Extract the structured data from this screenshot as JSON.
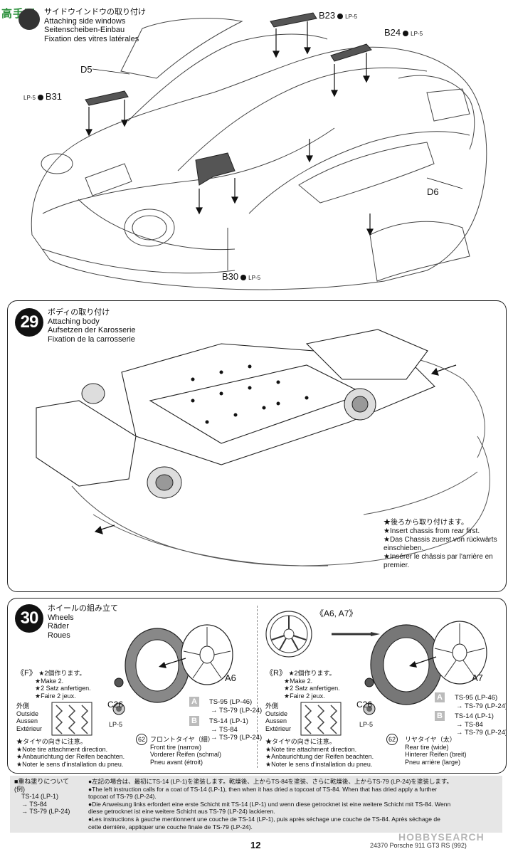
{
  "watermark": {
    "site_name": "高手网"
  },
  "step28": {
    "title_jp": "サイドウインドウの取り付け",
    "title_en": "Attaching side windows",
    "title_de": "Seitenscheiben-Einbau",
    "title_fr": "Fixation des vitres latérales",
    "parts": [
      {
        "id": "B23",
        "paint": "LP-5"
      },
      {
        "id": "B24",
        "paint": "LP-5"
      },
      {
        "id": "B31",
        "paint": "LP-5"
      },
      {
        "id": "B30",
        "paint": "LP-5"
      }
    ],
    "labels": {
      "d5": "D5",
      "d6": "D6"
    }
  },
  "step29": {
    "number": "29",
    "title_jp": "ボディの取り付け",
    "title_en": "Attaching body",
    "title_de": "Aufsetzen der Karosserie",
    "title_fr": "Fixation de la carrosserie",
    "notes": [
      "★後ろから取り付けます。",
      "★Insert chassis from rear first.",
      "★Das Chassis zuerst von rückwärts",
      "einschieben.",
      "★Insérer le châssis par l'arrière en",
      "premier."
    ]
  },
  "step30": {
    "number": "30",
    "title_jp": "ホイールの組み立て",
    "title_en": "Wheels",
    "title_de": "Räder",
    "title_fr": "Roues",
    "wheel_callout": "《A6, A7》",
    "front": {
      "tag": "《F》",
      "make_notes": [
        "★2個作ります。",
        "★Make 2.",
        "★2 Satz anfertigen.",
        "★Faire 2 jeux."
      ],
      "wheel": "A6",
      "cap": "C26",
      "cap_paint": "LP-5",
      "tire_number": "62",
      "paint_a": [
        "TS-95 (LP-46)",
        "→ TS-79 (LP-24)"
      ],
      "paint_b": [
        "TS-14 (LP-1)",
        "→ TS-84",
        "→ TS-79 (LP-24)"
      ],
      "outside": [
        "外側",
        "Outside",
        "Aussen",
        "Extérieur"
      ],
      "tire_label": [
        "フロントタイヤ（細）",
        "Front tire (narrow)",
        "Vorderer Reifen (schmal)",
        "Pneu avant (étroit)"
      ],
      "direction_notes": [
        "★タイヤの向きに注意。",
        "★Note tire attachment direction.",
        "★Anbaurichtung der Reifen beachten.",
        "★Noter le sens d'installation du pneu."
      ]
    },
    "rear": {
      "tag": "《R》",
      "make_notes": [
        "★2個作ります。",
        "★Make 2.",
        "★2 Satz anfertigen.",
        "★Faire 2 jeux."
      ],
      "wheel": "A7",
      "cap": "C26",
      "cap_paint": "LP-5",
      "tire_number": "62",
      "paint_a": [
        "TS-95 (LP-46)",
        "→ TS-79 (LP-24)"
      ],
      "paint_b": [
        "TS-14 (LP-1)",
        "→ TS-84",
        "→ TS-79 (LP-24)"
      ],
      "outside": [
        "外側",
        "Outside",
        "Aussen",
        "Extérieur"
      ],
      "tire_label": [
        "リヤタイヤ（太）",
        "Rear tire (wide)",
        "Hinterer Reifen (breit)",
        "Pneu arrière (large)"
      ],
      "direction_notes": [
        "★タイヤの向きに注意。",
        "★Note tire attachment direction.",
        "★Anbaurichtung der Reifen beachten.",
        "★Noter le sens d'installation du pneu."
      ]
    },
    "letters": {
      "a": "A",
      "b": "B"
    }
  },
  "layering": {
    "heading_jp": "■重ね塗りについて",
    "example": "(例)",
    "example_list": [
      "TS-14 (LP-1)",
      "→ TS-84",
      "→ TS-79 (LP-24)"
    ],
    "text": [
      "●左記の場合は、最初にTS-14 (LP-1)を塗装します。乾燥後、上からTS-84を塗装、さらに乾燥後、上からTS-79 (LP-24)を塗装します。",
      "●The left instruction calls for a coat of TS-14 (LP-1), then when it has dried a topcoat of TS-84. When that has dried apply a further",
      "topcoat of TS-79 (LP-24).",
      "●Die Anweisung links erfordert eine erste Schicht mit TS-14 (LP-1) und wenn diese getrocknet ist eine weitere Schicht mit TS-84. Wenn",
      "diese getrocknet ist eine weitere Schicht aus TS-79 (LP-24) lackieren.",
      "●Les instructions à gauche mentionnent une couche de TS-14 (LP-1), puis après séchage une couche de TS-84. Après séchage de",
      "cette dernière, appliquer une couche finale de TS-79 (LP-24)."
    ]
  },
  "footer": {
    "page_number": "12",
    "product_code": "24370 Porsche 911 GT3 RS (992)",
    "logo_text": "HOBBYSEARCH"
  }
}
